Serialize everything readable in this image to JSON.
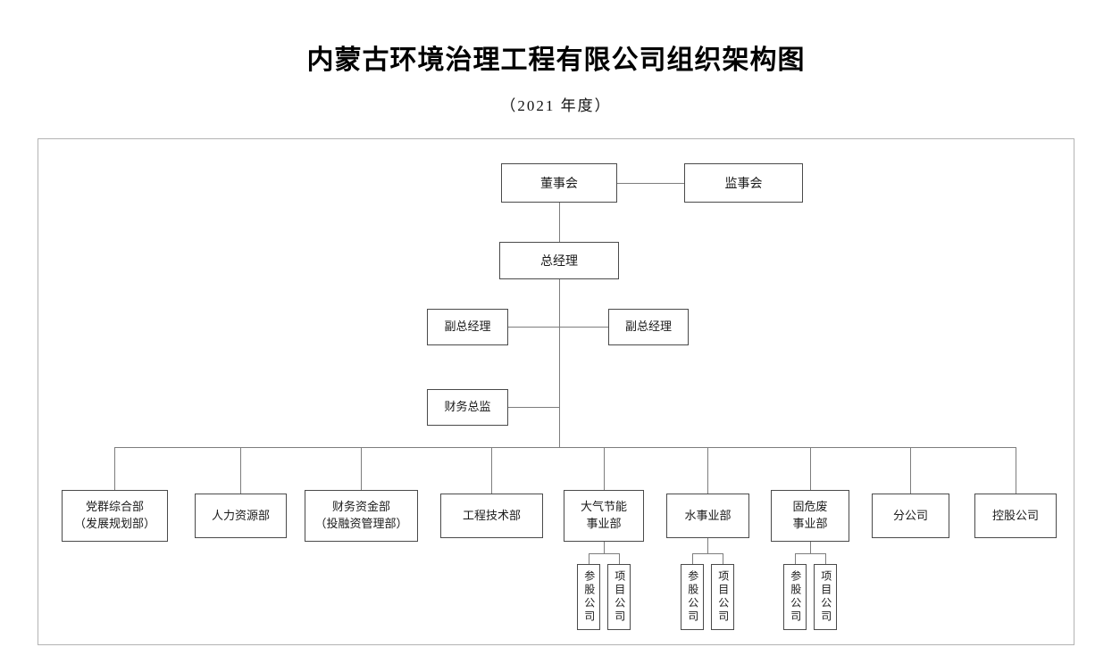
{
  "title": "内蒙古环境治理工程有限公司组织架构图",
  "subtitle": "（2021 年度）",
  "chart_data": {
    "type": "org-chart",
    "nodes": {
      "board": "董事会",
      "supervisory": "监事会",
      "general_manager": "总经理",
      "deputy_gm_left": "副总经理",
      "deputy_gm_right": "副总经理",
      "finance_director": "财务总监",
      "departments": [
        {
          "line1": "党群综合部",
          "line2": "（发展规划部）"
        },
        {
          "line1": "人力资源部"
        },
        {
          "line1": "财务资金部",
          "line2": "（投融资管理部）"
        },
        {
          "line1": "工程技术部"
        },
        {
          "line1": "大气节能",
          "line2": "事业部",
          "children": [
            "参股公司",
            "项目公司"
          ]
        },
        {
          "line1": "水事业部",
          "children": [
            "参股公司",
            "项目公司"
          ]
        },
        {
          "line1": "固危废",
          "line2": "事业部",
          "children": [
            "参股公司",
            "项目公司"
          ]
        },
        {
          "line1": "分公司"
        },
        {
          "line1": "控股公司"
        }
      ]
    }
  }
}
